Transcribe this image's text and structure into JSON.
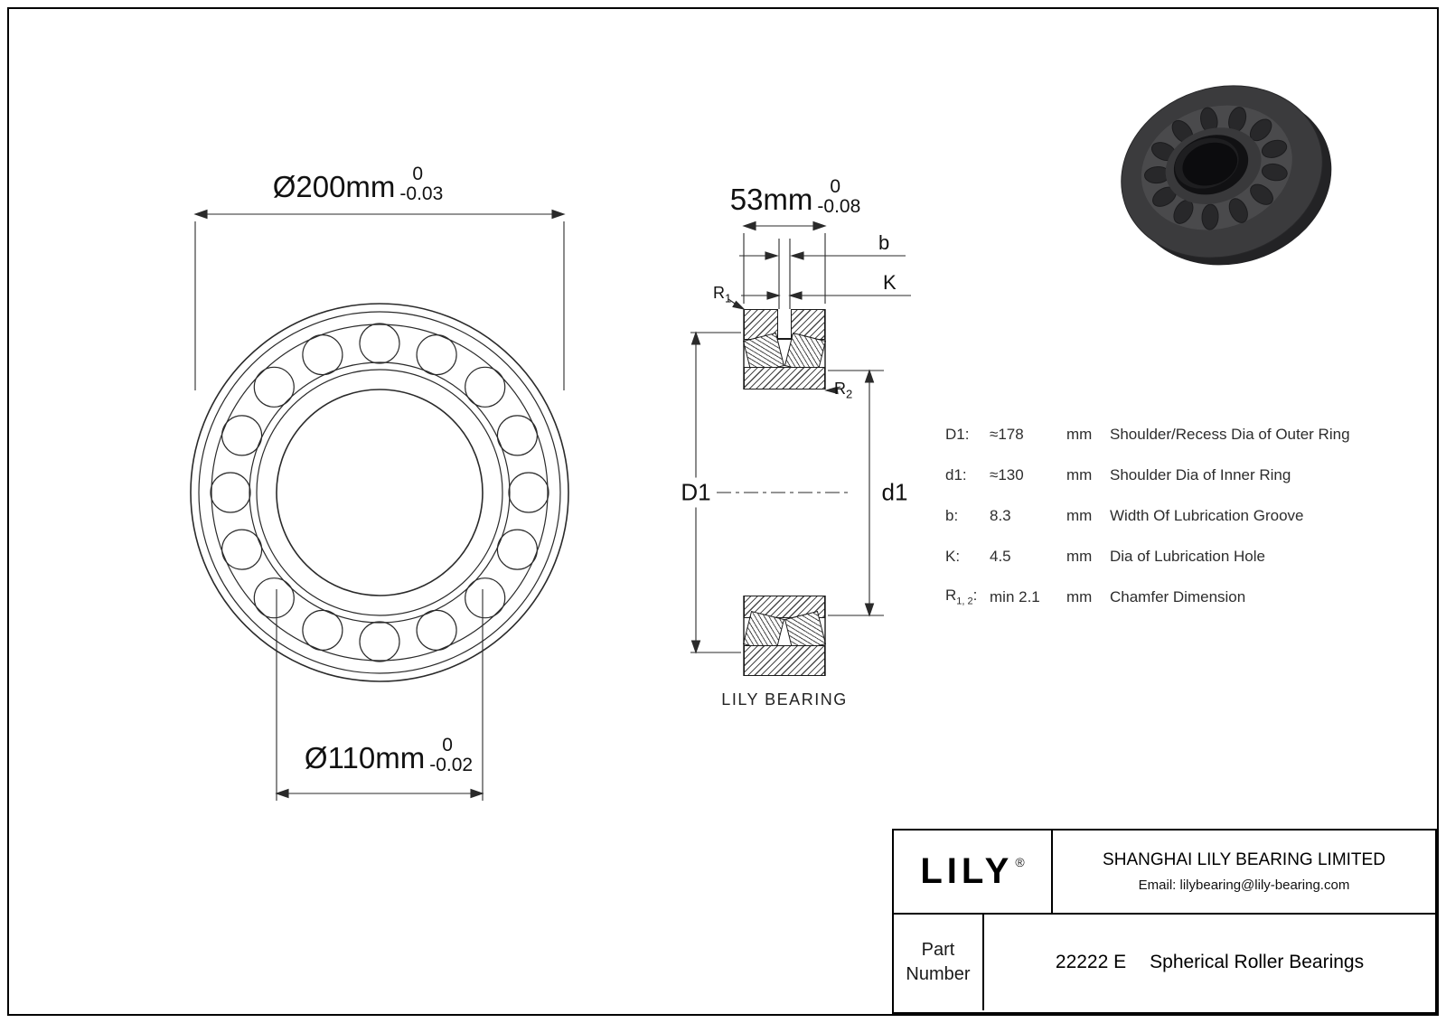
{
  "front_view": {
    "outer_dim": {
      "value": "Ø200mm",
      "tol_top": "0",
      "tol_bottom": "-0.03"
    },
    "bore_dim": {
      "value": "Ø110mm",
      "tol_top": "0",
      "tol_bottom": "-0.02"
    }
  },
  "section_view": {
    "width_dim": {
      "value": "53mm",
      "tol_top": "0",
      "tol_bottom": "-0.08"
    },
    "labels": {
      "b": "b",
      "k": "K",
      "r1_prefix": "R",
      "r1_sub": "1",
      "r2_prefix": "R",
      "r2_sub": "2",
      "outer_shoulder": "D1",
      "inner_shoulder": "d1"
    },
    "caption": "LILY BEARING"
  },
  "spec_table": {
    "rows": [
      {
        "param": "D1:",
        "value": "≈178",
        "unit": "mm",
        "desc": "Shoulder/Recess Dia of  Outer Ring"
      },
      {
        "param": "d1:",
        "value": "≈130",
        "unit": "mm",
        "desc": "Shoulder Dia of Inner Ring"
      },
      {
        "param": "b:",
        "value": "8.3",
        "unit": "mm",
        "desc": "Width Of Lubrication Groove"
      },
      {
        "param": "K:",
        "value": "4.5",
        "unit": "mm",
        "desc": "Dia of Lubrication Hole"
      },
      {
        "param_prefix": "R",
        "param_sub": "1, 2",
        "param_suffix": ":",
        "value": "min 2.1",
        "unit": "mm",
        "desc": "Chamfer Dimension"
      }
    ]
  },
  "title_block": {
    "logo_text": "LILY",
    "logo_reg": "®",
    "company_name": "SHANGHAI LILY BEARING LIMITED",
    "email": "Email: lilybearing@lily-bearing.com",
    "part_label_line1": "Part",
    "part_label_line2": "Number",
    "part_number": "22222 E",
    "part_description": "Spherical Roller Bearings"
  }
}
